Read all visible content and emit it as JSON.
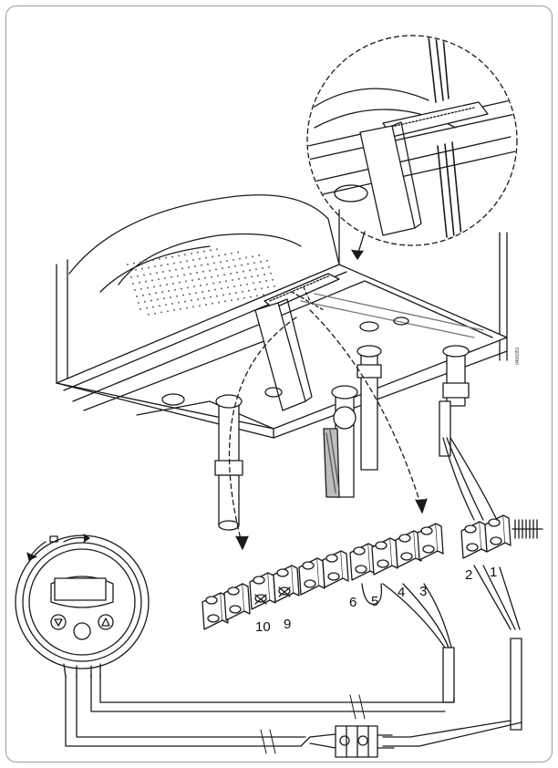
{
  "colors": {
    "line": "#1a1a1a",
    "fill": "#ffffff",
    "shade": "#d9d9d9",
    "dark": "#555555"
  },
  "figure_code": "0400351",
  "terminals": {
    "left_block": [
      {
        "id": "t10",
        "label": "10"
      },
      {
        "id": "t9",
        "label": "9"
      },
      {
        "id": "t6",
        "label": "6"
      },
      {
        "id": "t5",
        "label": "5"
      },
      {
        "id": "t4",
        "label": "4"
      },
      {
        "id": "t3",
        "label": "3"
      }
    ],
    "right_block": [
      {
        "id": "t2",
        "label": "2"
      },
      {
        "id": "t1",
        "label": "1"
      }
    ]
  },
  "thermostat": {
    "icons": [
      "down-triangle-button",
      "center-button",
      "up-triangle-button"
    ]
  }
}
